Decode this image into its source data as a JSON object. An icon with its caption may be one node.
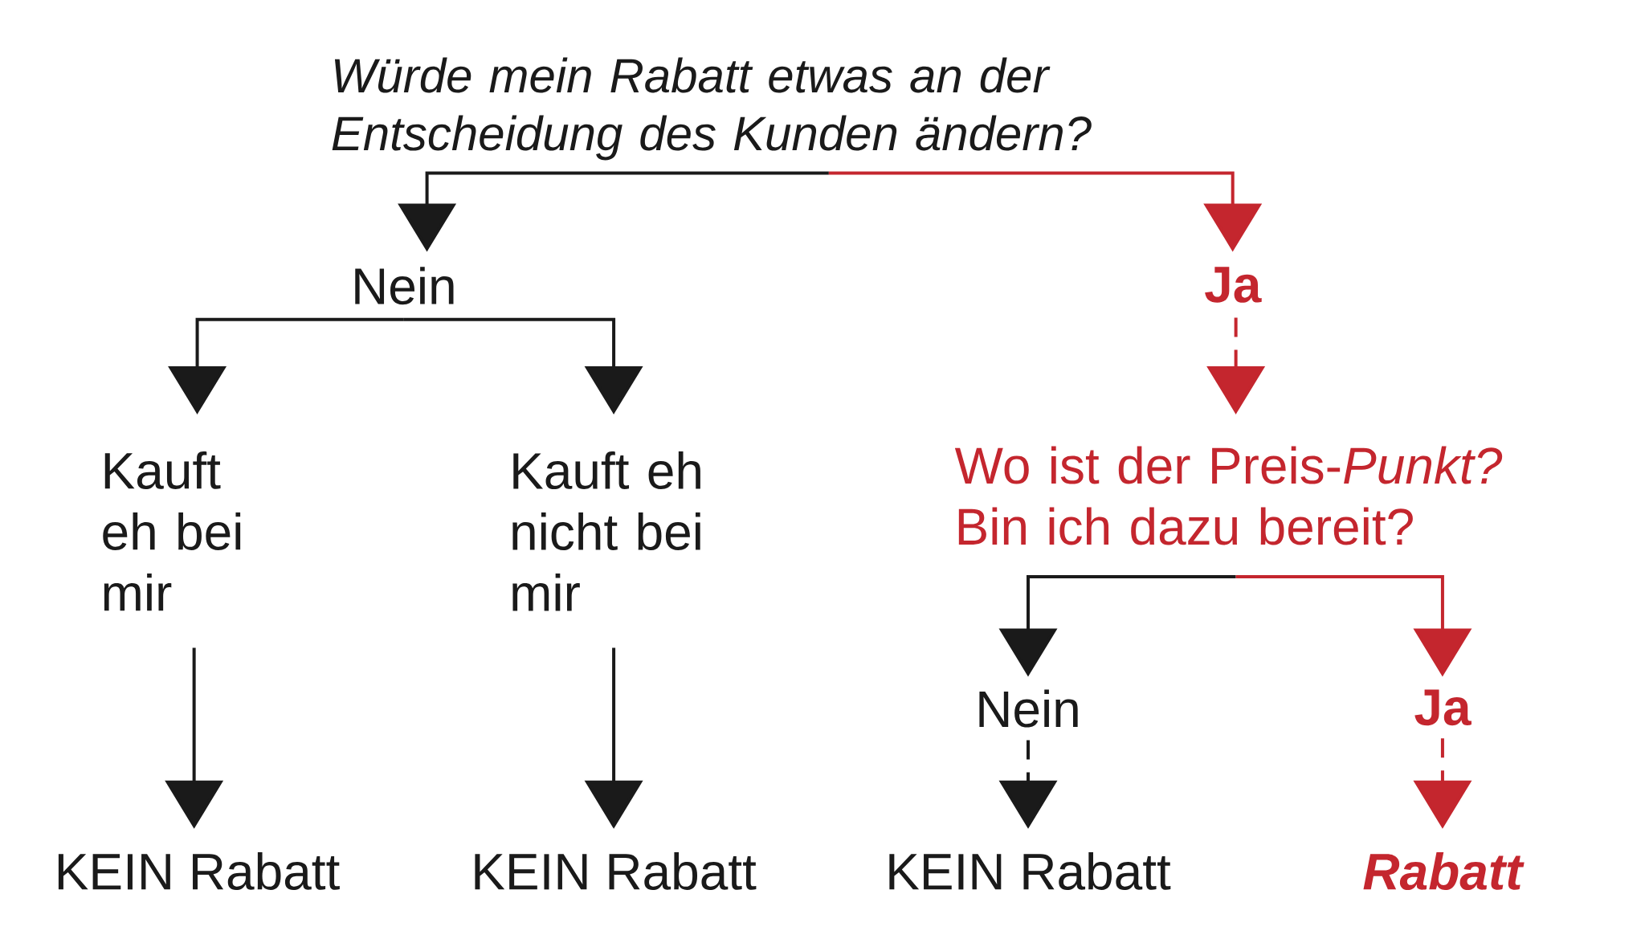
{
  "diagram": {
    "nodes": [
      {
        "text": [
          "Würde mein Rabatt etwas an der Entscheidung des Kunden ändern?"
        ]
      },
      {
        "text": [
          "Nein"
        ]
      },
      {
        "text": [
          "Ja"
        ]
      },
      {
        "text": [
          "Kauft eh bei mir"
        ]
      },
      {
        "text": [
          "Kauft eh nicht bei mir"
        ]
      },
      {
        "text": [
          "Wo ist der Preis-*Punkt?* Bin ich dazu bereit?"
        ]
      },
      {
        "text": [
          "Nein"
        ]
      },
      {
        "text": [
          "Ja"
        ]
      },
      {
        "text": [
          "KEIN Rabatt"
        ]
      },
      {
        "text": [
          "KEIN Rabatt"
        ]
      },
      {
        "text": [
          "KEIN Rabatt"
        ]
      },
      {
        "text": [
          "Rabatt"
        ]
      }
    ],
    "edges": [
      {
        "from": 0,
        "to": 1,
        "arrow": "to"
      },
      {
        "from": 0,
        "to": 2,
        "arrow": "to",
        "color": "#c4262e"
      },
      {
        "from": 1,
        "to": 3,
        "arrow": "to"
      },
      {
        "from": 1,
        "to": 4,
        "arrow": "to"
      },
      {
        "from": 2,
        "to": 5,
        "arrow": "to",
        "style": "dashed",
        "color": "#c4262e"
      },
      {
        "from": 5,
        "to": 6,
        "arrow": "to"
      },
      {
        "from": 5,
        "to": 7,
        "arrow": "to",
        "color": "#c4262e"
      },
      {
        "from": 3,
        "to": 8,
        "arrow": "to"
      },
      {
        "from": 4,
        "to": 9,
        "arrow": "to"
      },
      {
        "from": 6,
        "to": 10,
        "arrow": "to",
        "style": "dashed"
      },
      {
        "from": 7,
        "to": 11,
        "arrow": "to",
        "style": "dashed",
        "color": "#c4262e"
      }
    ]
  }
}
